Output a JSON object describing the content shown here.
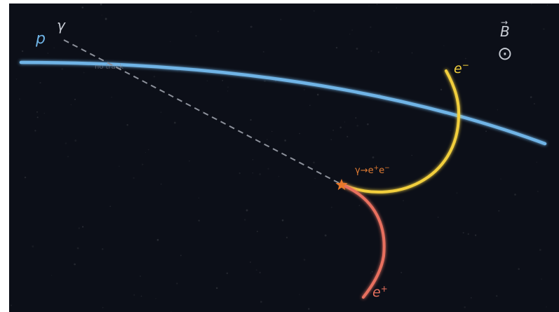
{
  "labels": {
    "proton": "p",
    "photon": "γ",
    "no_track_note": "no track",
    "field_vector": "B",
    "field_vector_arrow": "→",
    "field_symbol": "⊙",
    "electron_base": "e",
    "electron_sup": "−",
    "positron_base": "e",
    "positron_sup": "+",
    "conversion": {
      "g": "γ→e",
      "sup1": "+",
      "e2": "e",
      "sup2": "−"
    }
  },
  "icons": {
    "conversion_vertex": "star-icon",
    "magnetic_field": "field-out-of-page-icon"
  },
  "colors": {
    "background": "#0c0f18",
    "proton": "#6fb4e6",
    "photon": "#8d919b",
    "electron": "#f2cf3d",
    "positron": "#e8705e",
    "vertex": "#e8782b",
    "conversion_label": "#e07b33",
    "field": "#c8ccd4"
  }
}
